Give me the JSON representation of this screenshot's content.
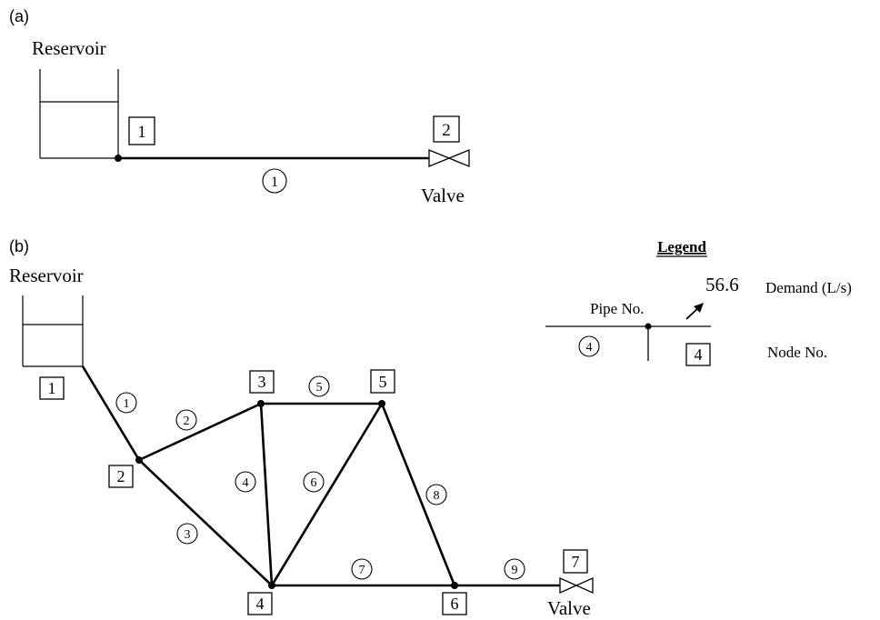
{
  "panel_a": {
    "label": "(a)",
    "reservoir_label": "Reservoir",
    "valve_label": "Valve",
    "nodes": [
      "1",
      "2"
    ],
    "pipes": [
      "1"
    ]
  },
  "panel_b": {
    "label": "(b)",
    "reservoir_label": "Reservoir",
    "valve_label": "Valve",
    "nodes": [
      "1",
      "2",
      "3",
      "4",
      "5",
      "6",
      "7"
    ],
    "pipes": [
      "1",
      "2",
      "3",
      "4",
      "5",
      "6",
      "7",
      "8",
      "9"
    ]
  },
  "legend": {
    "title": "Legend",
    "demand_value": "56.6",
    "demand_label": "Demand (L/s)",
    "pipe_label": "Pipe No.",
    "pipe_example": "4",
    "node_example": "4",
    "node_label": "Node No."
  }
}
